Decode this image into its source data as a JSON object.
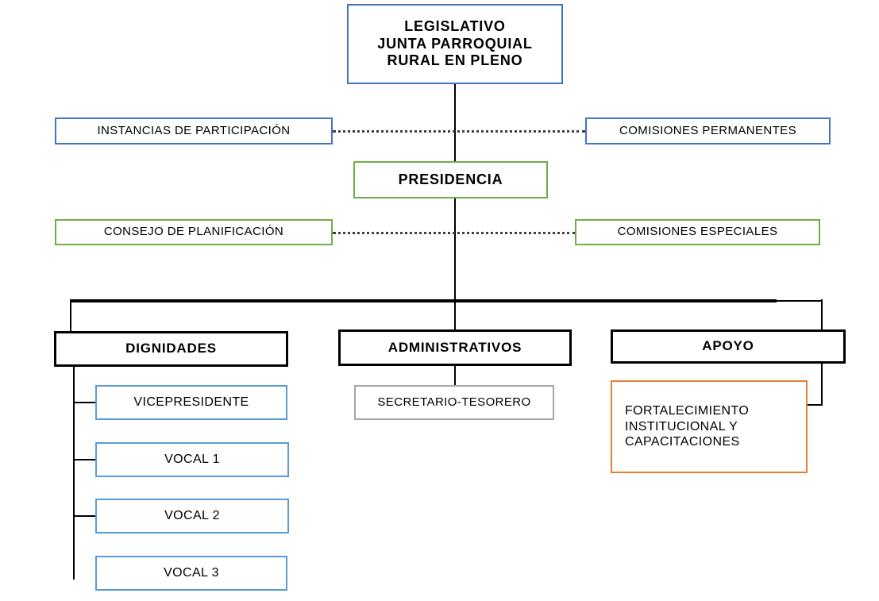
{
  "diagram": {
    "title": "Organigrama Junta Parroquial Rural",
    "type": "organizational-chart",
    "colors": {
      "blue_dark": "#4472C4",
      "blue_light": "#5B9BD5",
      "green": "#70AD47",
      "black": "#000000",
      "gray": "#A6A6A6",
      "orange": "#ED7D31"
    }
  },
  "nodes": {
    "legislativo": {
      "label": "LEGISLATIVO\nJUNTA PARROQUIAL\nRURAL EN PLENO",
      "level": "legislative",
      "border_color": "#4472C4"
    },
    "instancias_participacion": {
      "label": "INSTANCIAS  DE PARTICIPACIÓN",
      "level": "advisory",
      "border_color": "#4472C4"
    },
    "comisiones_permanentes": {
      "label": "COMISIONES  PERMANENTES",
      "level": "advisory",
      "border_color": "#4472C4"
    },
    "presidencia": {
      "label": "PRESIDENCIA",
      "level": "executive",
      "border_color": "#70AD47"
    },
    "consejo_planificacion": {
      "label": "CONSEJO DE PLANIFICACIÓN",
      "level": "advisory",
      "border_color": "#70AD47"
    },
    "comisiones_especiales": {
      "label": "COMISIONES  ESPECIALES",
      "level": "advisory",
      "border_color": "#70AD47"
    },
    "dignidades": {
      "label": "DIGNIDADES",
      "level": "department",
      "border_color": "#000000"
    },
    "administrativos": {
      "label": "ADMINISTRATIVOS",
      "level": "department",
      "border_color": "#000000"
    },
    "apoyo": {
      "label": "APOYO",
      "level": "department",
      "border_color": "#000000"
    },
    "vicepresidente": {
      "label": "VICEPRESIDENTE",
      "level": "position",
      "border_color": "#5B9BD5"
    },
    "vocal_1": {
      "label": "VOCAL 1",
      "level": "position",
      "border_color": "#5B9BD5"
    },
    "vocal_2": {
      "label": "VOCAL 2",
      "level": "position",
      "border_color": "#5B9BD5"
    },
    "vocal_3": {
      "label": "VOCAL 3",
      "level": "position",
      "border_color": "#5B9BD5"
    },
    "secretario_tesorero": {
      "label": "SECRETARIO-TESORERO",
      "level": "position",
      "border_color": "#A6A6A6"
    },
    "fortalecimiento": {
      "label": "FORTALECIMIENTO\nINSTITUCIONAL   Y\nCAPACITACIONES",
      "level": "unit",
      "border_color": "#ED7D31"
    }
  }
}
